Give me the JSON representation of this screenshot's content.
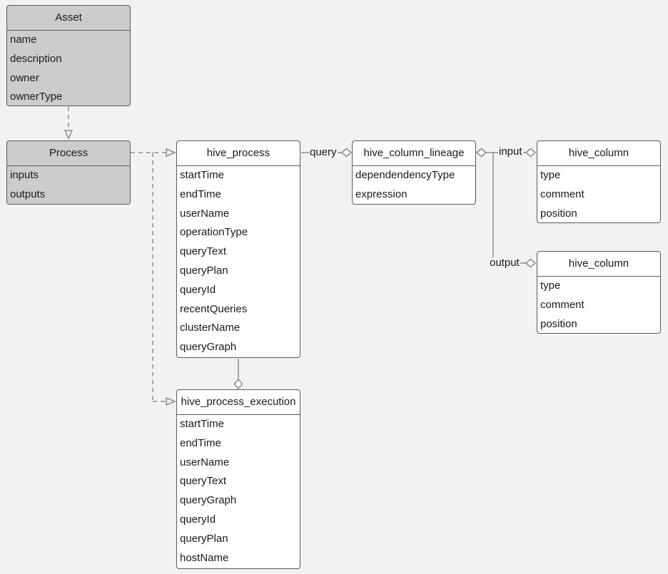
{
  "diagram": {
    "entities": {
      "asset": {
        "name": "Asset",
        "attributes": [
          "name",
          "description",
          "owner",
          "ownerType"
        ]
      },
      "process": {
        "name": "Process",
        "attributes": [
          "inputs",
          "outputs"
        ]
      },
      "hive_process": {
        "name": "hive_process",
        "attributes": [
          "startTime",
          "endTime",
          "userName",
          "operationType",
          "queryText",
          "queryPlan",
          "queryId",
          "recentQueries",
          "clusterName",
          "queryGraph"
        ]
      },
      "hive_column_lineage": {
        "name": "hive_column_lineage",
        "attributes": [
          "dependendencyType",
          "expression"
        ]
      },
      "hive_column_input": {
        "name": "hive_column",
        "attributes": [
          "type",
          "comment",
          "position"
        ]
      },
      "hive_column_output": {
        "name": "hive_column",
        "attributes": [
          "type",
          "comment",
          "position"
        ]
      },
      "hive_process_execution": {
        "name": "hive_process_execution",
        "attributes": [
          "startTime",
          "endTime",
          "userName",
          "queryText",
          "queryGraph",
          "queryId",
          "queryPlan",
          "hostName"
        ]
      }
    },
    "relationships": {
      "query": "query",
      "input": "input",
      "output": "output"
    }
  }
}
